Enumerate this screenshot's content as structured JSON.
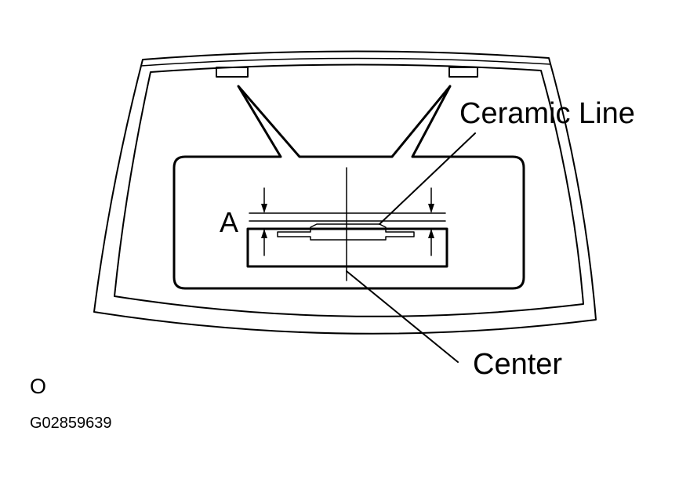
{
  "labels": {
    "ceramic_line": "Ceramic Line",
    "center": "Center",
    "dimension": "A",
    "view_code": "O",
    "figure_id": "G02859639"
  },
  "colors": {
    "stroke": "#000000",
    "background": "#ffffff"
  }
}
